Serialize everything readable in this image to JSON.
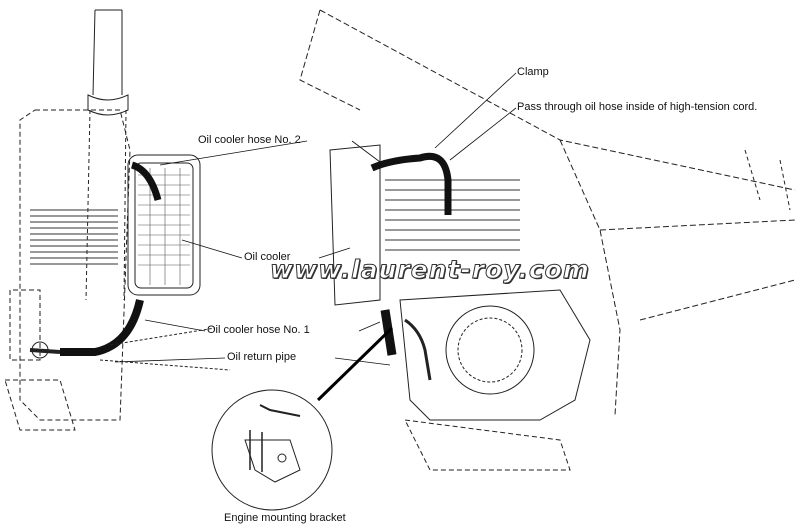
{
  "labels": {
    "clamp": "Clamp",
    "pass_through": "Pass through oil hose inside of high-tension cord.",
    "hose_no2": "Oil cooler hose No. 2",
    "oil_cooler": "Oil cooler",
    "hose_no1": "Oil cooler hose No. 1",
    "return_pipe": "Oil return pipe",
    "bracket": "Engine mounting bracket"
  },
  "watermark": "www.laurent-roy.com",
  "colors": {
    "ink": "#111111",
    "background": "#ffffff"
  }
}
